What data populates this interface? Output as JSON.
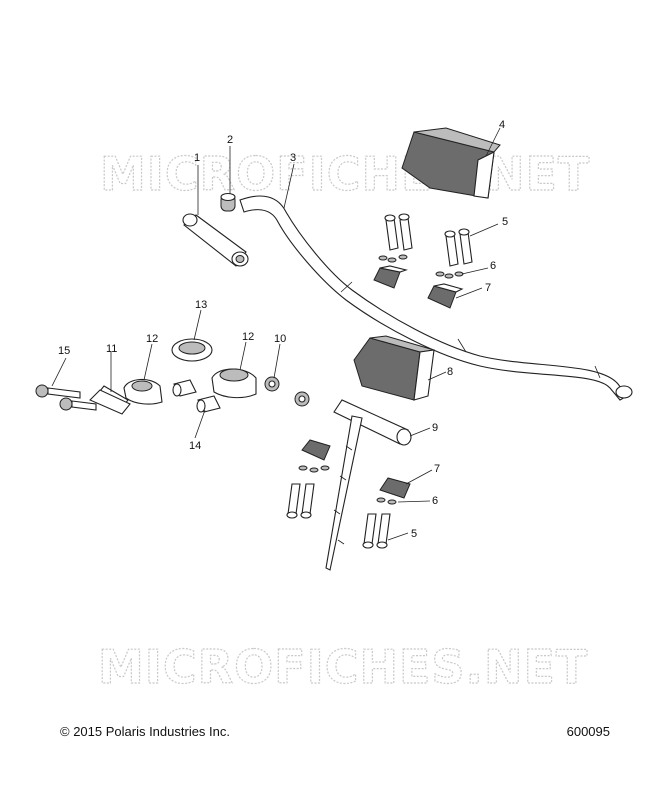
{
  "watermark": {
    "top_text": "MICROFICHES.NET",
    "bottom_text": "MICROFICHES.NET"
  },
  "footer": {
    "copyright": "© 2015 Polaris Industries Inc.",
    "diagram_number": "600095"
  },
  "callouts": {
    "c1": "1",
    "c2": "2",
    "c3": "3",
    "c4": "4",
    "c5a": "5",
    "c6a": "6",
    "c7a": "7",
    "c8": "8",
    "c9": "9",
    "c10": "10",
    "c11": "11",
    "c12a": "12",
    "c12b": "12",
    "c13": "13",
    "c14": "14",
    "c15": "15",
    "c7b": "7",
    "c6b": "6",
    "c5b": "5"
  },
  "colors": {
    "line": "#222222",
    "shade": "#bcbcbc",
    "dark": "#6c6c6c",
    "watermark": "#c9c9c9"
  }
}
